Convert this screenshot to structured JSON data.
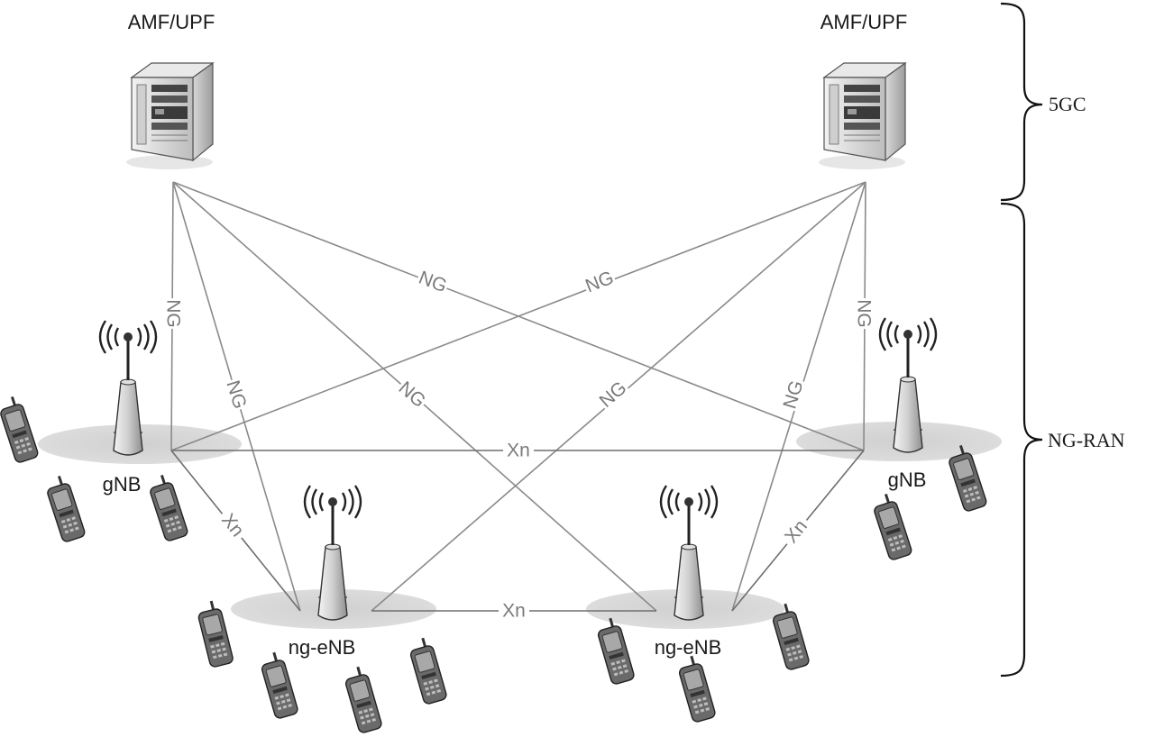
{
  "core": {
    "left_label": "AMF/UPF",
    "right_label": "AMF/UPF"
  },
  "nodes": {
    "gnb_left": "gNB",
    "gnb_right": "gNB",
    "ngenb_left": "ng-eNB",
    "ngenb_right": "ng-eNB"
  },
  "links": {
    "ng": "NG",
    "xn": "Xn"
  },
  "braces": {
    "core_network": "5GC",
    "radio_access": "NG-RAN"
  },
  "icons": {
    "server": "server-icon",
    "tower": "antenna-tower-icon",
    "phone": "mobile-phone-icon"
  },
  "colors": {
    "link": "#8a8a8a",
    "ellipse": "#d4d4d4",
    "device": "#555555"
  }
}
